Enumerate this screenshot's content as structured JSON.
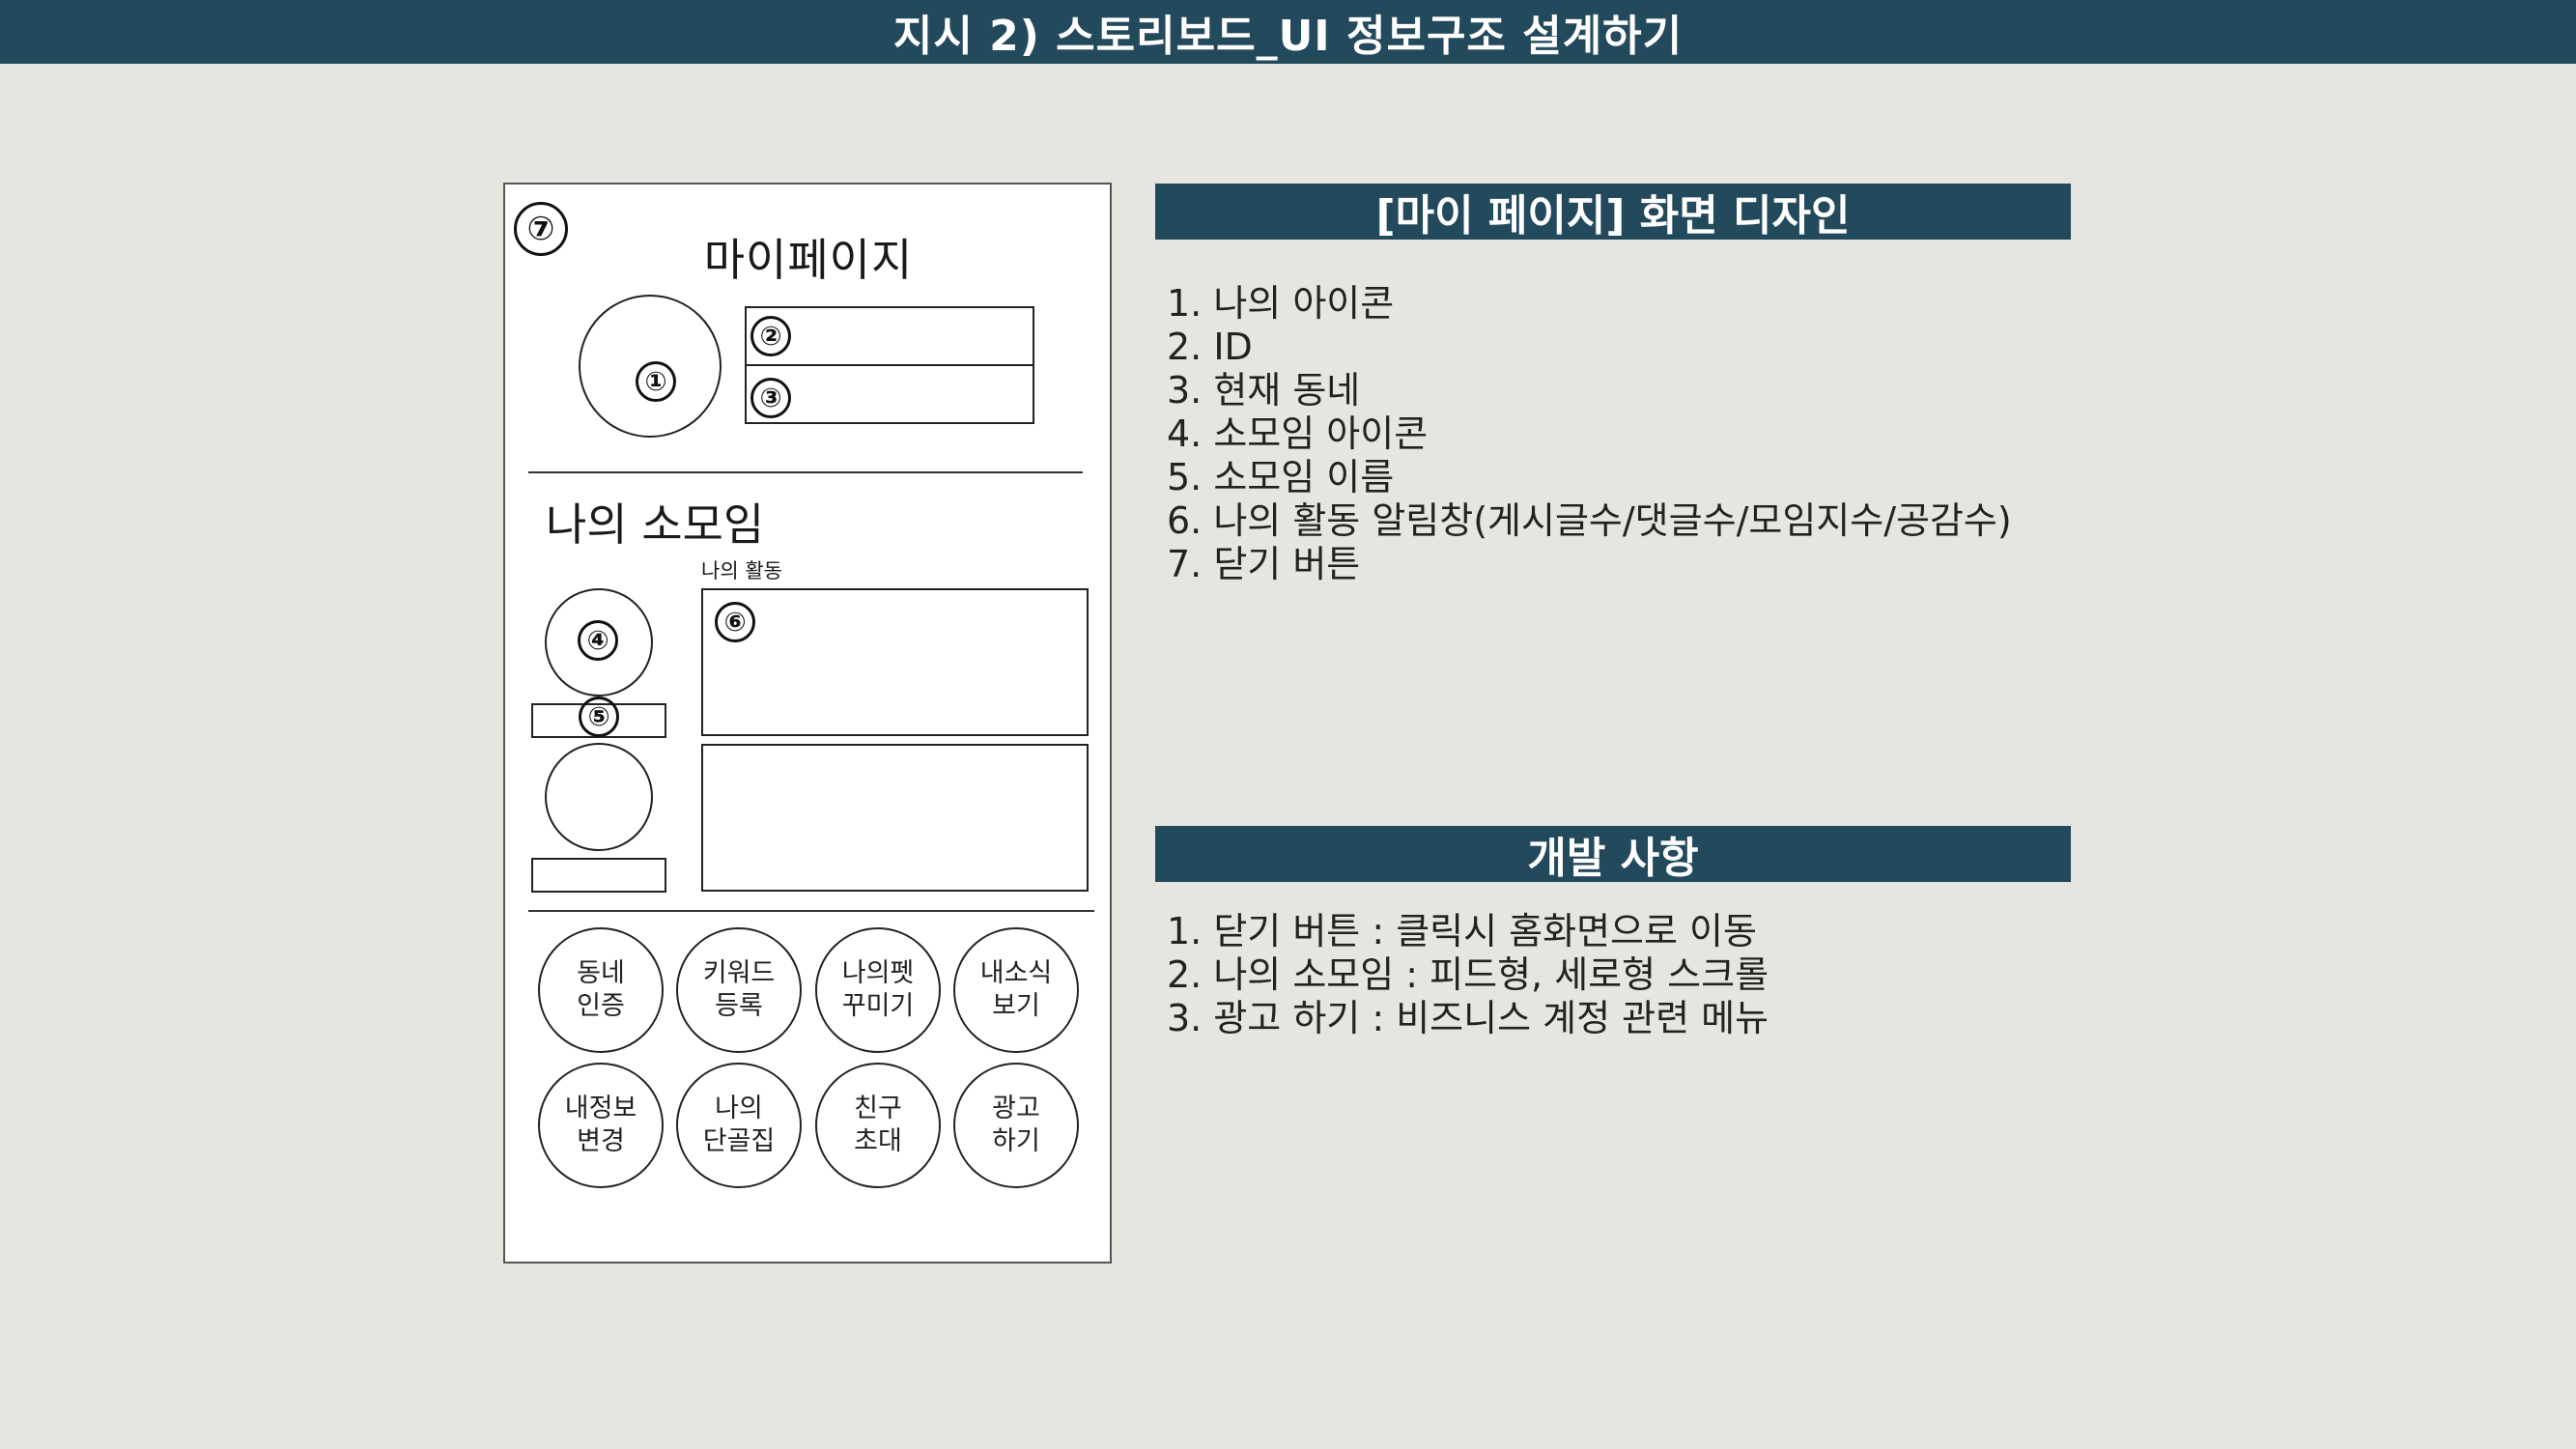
{
  "header": {
    "title": "지시 2) 스토리보드_UI 정보구조 설계하기"
  },
  "wireframe": {
    "title": "마이페이지",
    "markers": [
      "①",
      "②",
      "③",
      "④",
      "⑤",
      "⑥",
      "⑦"
    ],
    "section_title": "나의 소모임",
    "activity_label": "나의 활동",
    "menu": [
      {
        "label": "동네\n인증"
      },
      {
        "label": "키워드\n등록"
      },
      {
        "label": "나의펫\n꾸미기"
      },
      {
        "label": "내소식\n보기"
      },
      {
        "label": "내정보\n변경"
      },
      {
        "label": "나의\n단골집"
      },
      {
        "label": "친구\n초대"
      },
      {
        "label": "광고\n하기"
      }
    ]
  },
  "design_panel": {
    "title": "[마이 페이지] 화면 디자인",
    "items": [
      "1. 나의 아이콘",
      "2. ID",
      "3. 현재 동네",
      "4. 소모임 아이콘",
      "5. 소모임 이름",
      "6. 나의 활동 알림창(게시글수/댓글수/모임지수/공감수)",
      "7. 닫기 버튼"
    ]
  },
  "dev_panel": {
    "title": "개발 사항",
    "items": [
      "1. 닫기 버튼 : 클릭시 홈화면으로 이동",
      "2. 나의 소모임 : 피드형, 세로형 스크롤",
      "3. 광고 하기 : 비즈니스 계정 관련 메뉴"
    ]
  },
  "colors": {
    "header_bg": "#234a5c",
    "page_bg": "#e6e5df",
    "wireframe_bg": "#ffffff"
  }
}
